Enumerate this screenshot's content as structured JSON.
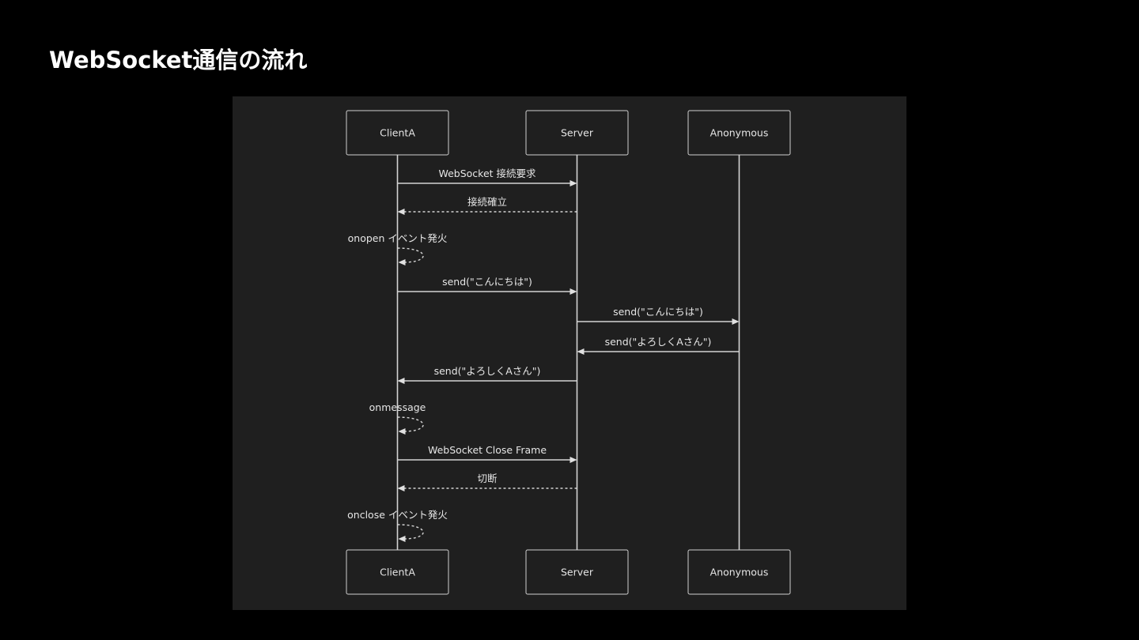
{
  "slide": {
    "title": "WebSocket通信の流れ"
  },
  "diagram": {
    "colors": {
      "background": "#1f1f1f",
      "line": "#d4d4d4",
      "text": "#e6e6e6",
      "border": "#cfcfcf"
    },
    "participants": [
      {
        "id": "clientA",
        "label": "ClientA"
      },
      {
        "id": "server",
        "label": "Server"
      },
      {
        "id": "anonymous",
        "label": "Anonymous"
      }
    ],
    "messages": [
      {
        "from": "clientA",
        "to": "server",
        "label": "WebSocket 接続要求",
        "style": "solid"
      },
      {
        "from": "server",
        "to": "clientA",
        "label": "接続確立",
        "style": "dashed"
      },
      {
        "from": "clientA",
        "to": "clientA",
        "label": "onopen イベント発火",
        "style": "dashed"
      },
      {
        "from": "clientA",
        "to": "server",
        "label": "send(\"こんにちは\")",
        "style": "solid"
      },
      {
        "from": "server",
        "to": "anonymous",
        "label": "send(\"こんにちは\")",
        "style": "solid"
      },
      {
        "from": "anonymous",
        "to": "server",
        "label": "send(\"よろしくAさん\")",
        "style": "solid"
      },
      {
        "from": "server",
        "to": "clientA",
        "label": "send(\"よろしくAさん\")",
        "style": "solid"
      },
      {
        "from": "clientA",
        "to": "clientA",
        "label": "onmessage",
        "style": "dashed"
      },
      {
        "from": "clientA",
        "to": "server",
        "label": "WebSocket Close Frame",
        "style": "solid"
      },
      {
        "from": "server",
        "to": "clientA",
        "label": "切断",
        "style": "dashed"
      },
      {
        "from": "clientA",
        "to": "clientA",
        "label": "onclose イベント発火",
        "style": "dashed"
      }
    ]
  }
}
